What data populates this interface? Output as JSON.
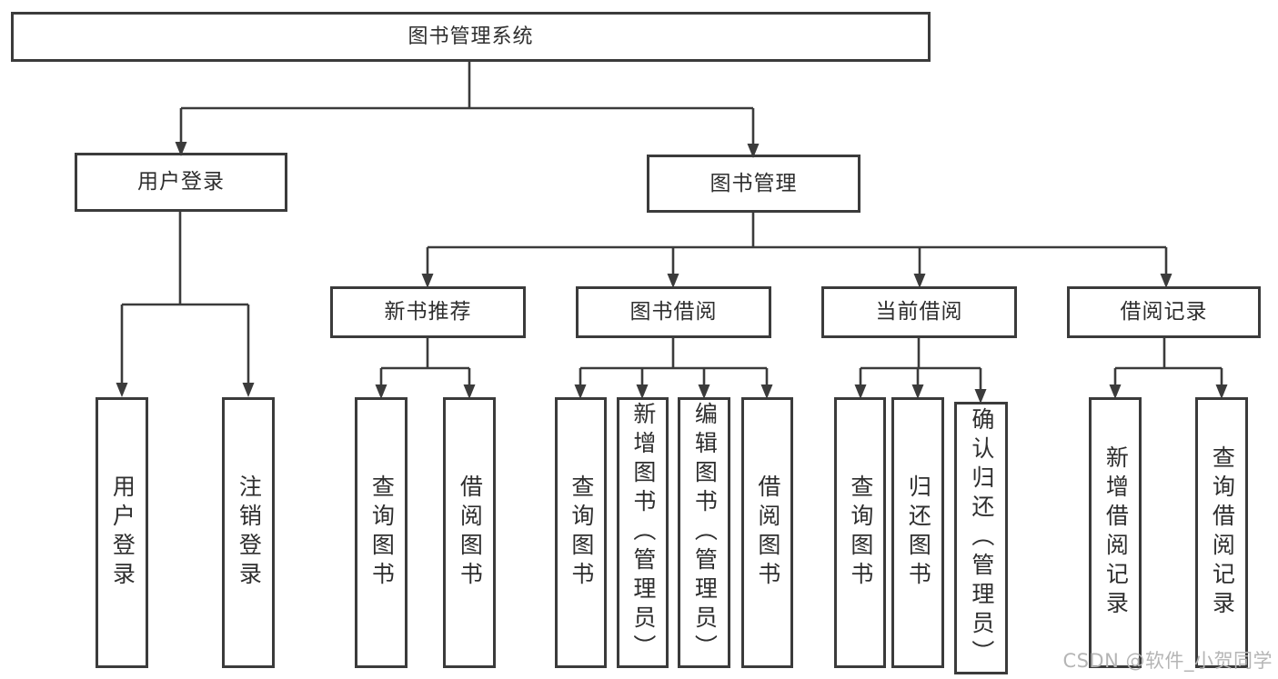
{
  "diagram": {
    "root": {
      "label": "图书管理系统"
    },
    "level2": [
      {
        "label": "用户登录"
      },
      {
        "label": "图书管理"
      }
    ],
    "level3": [
      {
        "label": "新书推荐"
      },
      {
        "label": "图书借阅"
      },
      {
        "label": "当前借阅"
      },
      {
        "label": "借阅记录"
      }
    ],
    "level4": {
      "user_login": [
        {
          "label": "用户登录"
        },
        {
          "label": "注销登录"
        }
      ],
      "new_book": [
        {
          "label": "查询图书"
        },
        {
          "label": "借阅图书"
        }
      ],
      "book_borrow": [
        {
          "label": "查询图书"
        },
        {
          "label": "新增图书（管理员）"
        },
        {
          "label": "编辑图书（管理员）"
        },
        {
          "label": "借阅图书"
        }
      ],
      "current_borrow": [
        {
          "label": "查询图书"
        },
        {
          "label": "归还图书"
        },
        {
          "label": "确认归还（管理员）"
        }
      ],
      "borrow_record": [
        {
          "label": "新增借阅记录"
        },
        {
          "label": "查询借阅记录"
        }
      ]
    }
  },
  "watermark": {
    "text": "CSDN @软件_小贺同学"
  },
  "colors": {
    "line": "#3b3b3b",
    "text": "#2e2e2e",
    "watermark": "#b5b5b5",
    "background": "#ffffff"
  }
}
